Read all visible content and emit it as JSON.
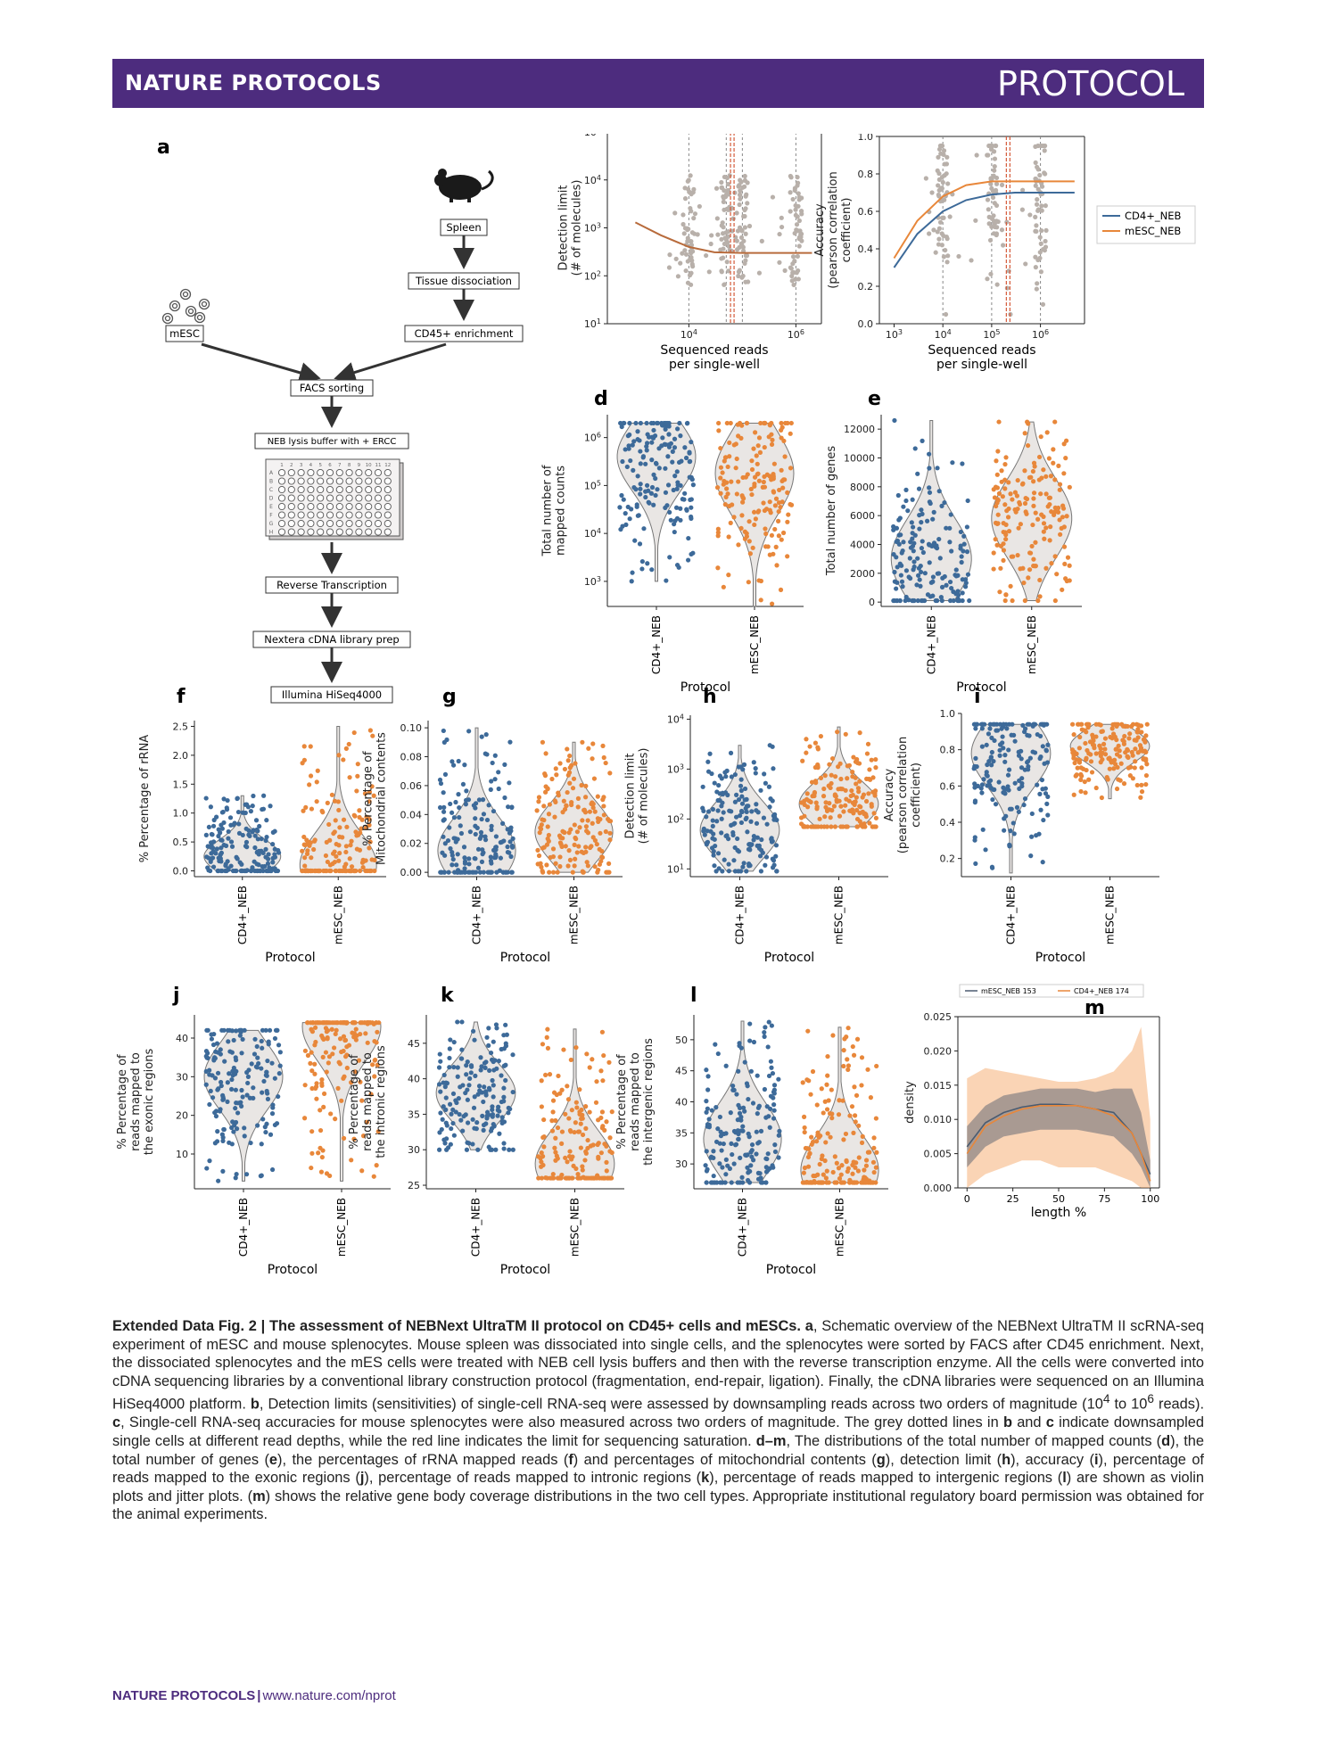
{
  "header": {
    "journal": "NATURE PROTOCOLS",
    "article_type": "PROTOCOL"
  },
  "colors": {
    "banner": "#4d2c7e",
    "cd4": "#3d6a99",
    "mesc": "#e8873a",
    "grey_points": "#b8b0aa",
    "violin_fill": "#e9e6e4",
    "flow_box": "#ffffff"
  },
  "schematic": {
    "label": "a",
    "steps": {
      "spleen": "Spleen",
      "tissue": "Tissue dissociation",
      "cd45": "CD45+ enrichment",
      "mesc": "mESC",
      "facs": "FACS sorting",
      "lysis": "NEB lysis buffer with + ERCC",
      "rt": "Reverse Transcription",
      "nextera": "Nextera cDNA library prep",
      "hiseq": "Illumina HiSeq4000"
    },
    "plate_rows": [
      "A",
      "B",
      "C",
      "D",
      "E",
      "F",
      "G",
      "H"
    ],
    "plate_cols": [
      "1",
      "2",
      "3",
      "4",
      "5",
      "6",
      "7",
      "8",
      "9",
      "10",
      "11",
      "12"
    ]
  },
  "chart_data": [
    {
      "id": "b",
      "type": "scatter",
      "title": "Sensitivity",
      "xlabel": "Sequenced reads\nper single-well",
      "ylabel": "Detection limit\n(# of molecules)",
      "xscale": "log",
      "yscale": "log",
      "xlim": [
        300,
        3000000
      ],
      "ylim": [
        10,
        100000
      ],
      "xticks": [
        {
          "v": 10000,
          "label": "10^4"
        },
        {
          "v": 1000000,
          "label": "10^6"
        }
      ],
      "yticks": [
        {
          "v": 10,
          "label": "10^1"
        },
        {
          "v": 100,
          "label": "10^2"
        },
        {
          "v": 1000,
          "label": "10^3"
        },
        {
          "v": 10000,
          "label": "10^4"
        },
        {
          "v": 100000,
          "label": "10^5"
        }
      ],
      "downsample_depths": [
        10000,
        50000,
        100000,
        1000000
      ],
      "saturation_limit": 60000,
      "fit_line": {
        "x": [
          1000,
          3000,
          10000,
          30000,
          100000,
          1000000,
          2000000
        ],
        "y": [
          1300,
          700,
          400,
          310,
          300,
          300,
          300
        ]
      }
    },
    {
      "id": "c",
      "type": "scatter",
      "title": "Accuracy",
      "xlabel": "Sequenced reads\nper single-well",
      "ylabel": "Accuracy\n(pearson correlation\ncoefficient)",
      "xscale": "log",
      "xlim": [
        500,
        8000000
      ],
      "ylim": [
        0,
        1.0
      ],
      "xticks": [
        {
          "v": 1000,
          "label": "10^3"
        },
        {
          "v": 10000,
          "label": "10^4"
        },
        {
          "v": 100000,
          "label": "10^5"
        },
        {
          "v": 1000000,
          "label": "10^6"
        }
      ],
      "yticks": [
        {
          "v": 0,
          "label": "0.0"
        },
        {
          "v": 0.2,
          "label": "0.2"
        },
        {
          "v": 0.4,
          "label": "0.4"
        },
        {
          "v": 0.6,
          "label": "0.6"
        },
        {
          "v": 0.8,
          "label": "0.8"
        },
        {
          "v": 1.0,
          "label": "1.0"
        }
      ],
      "downsample_depths": [
        10000,
        100000,
        1000000
      ],
      "saturation_limit": 200000,
      "legend_position": "right",
      "series": [
        {
          "name": "CD4+_NEB",
          "x": [
            1000,
            3000,
            10000,
            30000,
            100000,
            300000,
            1000000,
            5000000
          ],
          "y": [
            0.3,
            0.48,
            0.6,
            0.66,
            0.69,
            0.7,
            0.7,
            0.7
          ]
        },
        {
          "name": "mESC_NEB",
          "x": [
            1000,
            3000,
            10000,
            30000,
            100000,
            300000,
            1000000,
            5000000
          ],
          "y": [
            0.35,
            0.55,
            0.68,
            0.74,
            0.76,
            0.76,
            0.76,
            0.76
          ]
        }
      ]
    },
    {
      "id": "d",
      "type": "violin",
      "xlabel": "Protocol",
      "ylabel": "Total number of\nmapped counts",
      "yscale": "log",
      "ylim": [
        300,
        3000000
      ],
      "categories": [
        "CD4+_NEB",
        "mESC_NEB"
      ],
      "yticks": [
        {
          "v": 1000,
          "label": "10^3"
        },
        {
          "v": 10000,
          "label": "10^4"
        },
        {
          "v": 100000,
          "label": "10^5"
        },
        {
          "v": 1000000,
          "label": "10^6"
        }
      ],
      "range": [
        [
          1000,
          2000000
        ],
        [
          300,
          2000000
        ]
      ],
      "center": [
        400000,
        180000
      ]
    },
    {
      "id": "e",
      "type": "violin",
      "xlabel": "Protocol",
      "ylabel": "Total number of genes",
      "ylim": [
        -300,
        13000
      ],
      "categories": [
        "CD4+_NEB",
        "mESC_NEB"
      ],
      "yticks": [
        {
          "v": 0,
          "label": "0"
        },
        {
          "v": 2000,
          "label": "2000"
        },
        {
          "v": 4000,
          "label": "4000"
        },
        {
          "v": 6000,
          "label": "6000"
        },
        {
          "v": 8000,
          "label": "8000"
        },
        {
          "v": 10000,
          "label": "10000"
        },
        {
          "v": 12000,
          "label": "12000"
        }
      ],
      "range": [
        [
          100,
          12600
        ],
        [
          100,
          12500
        ]
      ],
      "center": [
        3000,
        5800
      ]
    },
    {
      "id": "f",
      "type": "violin",
      "xlabel": "Protocol",
      "ylabel": "% Percentage of rRNA",
      "ylim": [
        -0.1,
        2.6
      ],
      "categories": [
        "CD4+_NEB",
        "mESC_NEB"
      ],
      "yticks": [
        {
          "v": 0,
          "label": "0.0"
        },
        {
          "v": 0.5,
          "label": "0.5"
        },
        {
          "v": 1.0,
          "label": "1.0"
        },
        {
          "v": 1.5,
          "label": "1.5"
        },
        {
          "v": 2.0,
          "label": "2.0"
        },
        {
          "v": 2.5,
          "label": "2.5"
        }
      ],
      "range": [
        [
          0,
          1.3
        ],
        [
          0,
          2.5
        ]
      ],
      "center": [
        0.25,
        0.1
      ]
    },
    {
      "id": "g",
      "type": "violin",
      "xlabel": "Protocol",
      "ylabel": "% Percentage of\nMitochondrial contents",
      "ylim": [
        -0.003,
        0.105
      ],
      "categories": [
        "CD4+_NEB",
        "mESC_NEB"
      ],
      "yticks": [
        {
          "v": 0,
          "label": "0.00"
        },
        {
          "v": 0.02,
          "label": "0.02"
        },
        {
          "v": 0.04,
          "label": "0.04"
        },
        {
          "v": 0.06,
          "label": "0.06"
        },
        {
          "v": 0.08,
          "label": "0.08"
        },
        {
          "v": 0.1,
          "label": "0.10"
        }
      ],
      "range": [
        [
          0,
          0.1
        ],
        [
          0,
          0.09
        ]
      ],
      "center": [
        0.015,
        0.028
      ]
    },
    {
      "id": "h",
      "type": "violin",
      "xlabel": "Protocol",
      "ylabel": "Detection limit\n(# of molecules)",
      "yscale": "log",
      "ylim": [
        7,
        12000
      ],
      "categories": [
        "CD4+_NEB",
        "mESC_NEB"
      ],
      "yticks": [
        {
          "v": 10,
          "label": "10^1"
        },
        {
          "v": 100,
          "label": "10^2"
        },
        {
          "v": 1000,
          "label": "10^3"
        },
        {
          "v": 10000,
          "label": "10^4"
        }
      ],
      "range": [
        [
          9,
          3000
        ],
        [
          70,
          7000
        ]
      ],
      "center": [
        60,
        200
      ]
    },
    {
      "id": "i",
      "type": "violin",
      "xlabel": "Protocol",
      "ylabel": "Accuracy\n(pearson correlation\ncoefficient)",
      "ylim": [
        0.1,
        1.0
      ],
      "categories": [
        "CD4+_NEB",
        "mESC_NEB"
      ],
      "yticks": [
        {
          "v": 0.2,
          "label": "0.2"
        },
        {
          "v": 0.4,
          "label": "0.4"
        },
        {
          "v": 0.6,
          "label": "0.6"
        },
        {
          "v": 0.8,
          "label": "0.8"
        },
        {
          "v": 1.0,
          "label": "1.0"
        }
      ],
      "range": [
        [
          0.12,
          0.94
        ],
        [
          0.53,
          0.94
        ]
      ],
      "center": [
        0.78,
        0.82
      ]
    },
    {
      "id": "j",
      "type": "violin",
      "xlabel": "Protocol",
      "ylabel": "% Percentage of\nreads mapped to\nthe exonic regions",
      "ylim": [
        1,
        46
      ],
      "categories": [
        "CD4+_NEB",
        "mESC_NEB"
      ],
      "yticks": [
        {
          "v": 10,
          "label": "10"
        },
        {
          "v": 20,
          "label": "20"
        },
        {
          "v": 30,
          "label": "30"
        },
        {
          "v": 40,
          "label": "40"
        }
      ],
      "range": [
        [
          3,
          42
        ],
        [
          3,
          44
        ]
      ],
      "center": [
        30,
        43
      ]
    },
    {
      "id": "k",
      "type": "violin",
      "xlabel": "Protocol",
      "ylabel": "% Percentage of\nreads mapped to\nthe intronic regions",
      "ylim": [
        24.5,
        49
      ],
      "categories": [
        "CD4+_NEB",
        "mESC_NEB"
      ],
      "yticks": [
        {
          "v": 25,
          "label": "25"
        },
        {
          "v": 30,
          "label": "30"
        },
        {
          "v": 35,
          "label": "35"
        },
        {
          "v": 40,
          "label": "40"
        },
        {
          "v": 45,
          "label": "45"
        }
      ],
      "range": [
        [
          30,
          48
        ],
        [
          26,
          47
        ]
      ],
      "center": [
        38,
        28
      ]
    },
    {
      "id": "l",
      "type": "violin",
      "xlabel": "Protocol",
      "ylabel": "% Percentage of\nreads mapped to\nthe intergenic regions",
      "ylim": [
        26,
        54
      ],
      "categories": [
        "CD4+_NEB",
        "mESC_NEB"
      ],
      "yticks": [
        {
          "v": 30,
          "label": "30"
        },
        {
          "v": 35,
          "label": "35"
        },
        {
          "v": 40,
          "label": "40"
        },
        {
          "v": 45,
          "label": "45"
        },
        {
          "v": 50,
          "label": "50"
        }
      ],
      "range": [
        [
          27,
          53
        ],
        [
          27,
          52
        ]
      ],
      "center": [
        34,
        29
      ]
    },
    {
      "id": "m",
      "type": "area",
      "xlabel": "length %",
      "ylabel": "density",
      "xlim": [
        -5,
        105
      ],
      "ylim": [
        0,
        0.025
      ],
      "xticks": [
        {
          "v": 0,
          "label": "0"
        },
        {
          "v": 25,
          "label": "25"
        },
        {
          "v": 50,
          "label": "50"
        },
        {
          "v": 75,
          "label": "75"
        },
        {
          "v": 100,
          "label": "100"
        }
      ],
      "yticks": [
        {
          "v": 0,
          "label": "0.000"
        },
        {
          "v": 0.005,
          "label": "0.005"
        },
        {
          "v": 0.01,
          "label": "0.010"
        },
        {
          "v": 0.015,
          "label": "0.015"
        },
        {
          "v": 0.02,
          "label": "0.020"
        },
        {
          "v": 0.025,
          "label": "0.025"
        }
      ],
      "legend_position": "top",
      "series": [
        {
          "name": "mESC_NEB 153",
          "x": [
            0,
            10,
            20,
            30,
            40,
            50,
            60,
            70,
            80,
            90,
            95,
            100
          ],
          "y": [
            0.006,
            0.0095,
            0.011,
            0.0118,
            0.0122,
            0.0122,
            0.012,
            0.0115,
            0.011,
            0.008,
            0.005,
            0.002
          ],
          "lower": [
            0.003,
            0.006,
            0.0075,
            0.008,
            0.0085,
            0.0085,
            0.0085,
            0.008,
            0.0075,
            0.005,
            0.003,
            0.0
          ],
          "upper": [
            0.009,
            0.012,
            0.0135,
            0.014,
            0.0145,
            0.0145,
            0.0145,
            0.014,
            0.0145,
            0.0145,
            0.011,
            0.004
          ]
        },
        {
          "name": "CD4+_NEB 174",
          "x": [
            0,
            10,
            20,
            30,
            40,
            50,
            60,
            70,
            80,
            90,
            95,
            100
          ],
          "y": [
            0.005,
            0.009,
            0.0105,
            0.0115,
            0.012,
            0.012,
            0.012,
            0.0115,
            0.0105,
            0.008,
            0.005,
            0.001
          ],
          "lower": [
            0.0,
            0.002,
            0.003,
            0.004,
            0.004,
            0.003,
            0.003,
            0.003,
            0.002,
            0.001,
            0.0,
            0.0
          ],
          "upper": [
            0.016,
            0.0175,
            0.017,
            0.0165,
            0.016,
            0.0155,
            0.0155,
            0.016,
            0.017,
            0.02,
            0.0235,
            0.01
          ]
        }
      ]
    }
  ],
  "caption": {
    "lead": "Extended Data Fig. 2 | The assessment of NEBNext UltraTM II protocol on CD45+ cells and mESCs.",
    "a_label": "a",
    "a_text": ", Schematic overview of the NEBNext UltraTM II scRNA-seq experiment of mESC and mouse splenocytes. Mouse spleen was dissociated into single cells, and the splenocytes were sorted by FACS after CD45 enrichment. Next, the dissociated splenocytes and the mES cells were treated with NEB cell lysis buffers and then with the reverse transcription enzyme. All the cells were converted into cDNA sequencing libraries by a conventional library construction protocol (fragmentation, end-repair, ligation). Finally, the cDNA libraries were sequenced on an Illumina HiSeq4000 platform.",
    "b_label": "b",
    "b_text_1": ", Detection limits (sensitivities) of single-cell RNA-seq were assessed by downsampling reads across two orders of magnitude (10",
    "b_sup_1": "4",
    "b_text_2": " to 10",
    "b_sup_2": "6",
    "b_text_3": " reads).",
    "c_label": "c",
    "c_text_1": ", Single-cell RNA-seq accuracies for mouse splenocytes were also measured across two orders of magnitude. The grey dotted lines in",
    "c_b": "b",
    "c_and": "and",
    "c_c": "c",
    "c_text_2": "indicate downsampled single cells at different read depths, while the red line indicates the limit for sequencing saturation.",
    "dm_label": "d–m",
    "dm_text_1": ", The distributions of the total number of mapped counts (",
    "dm_d": "d",
    "dm_text_2": "), the total number of genes (",
    "dm_e": "e",
    "dm_text_3": "), the percentages of rRNA mapped reads (",
    "dm_f": "f",
    "dm_text_4": ") and percentages of mitochondrial contents (",
    "dm_g": "g",
    "dm_text_5": "), detection limit (",
    "dm_h": "h",
    "dm_text_6": "), accuracy (",
    "dm_i": "i",
    "dm_text_7": "), percentage of reads mapped to the exonic regions (",
    "dm_j": "j",
    "dm_text_8": "), percentage of reads mapped to intronic regions (",
    "dm_k": "k",
    "dm_text_9": "), percentage of reads mapped to intergenic regions (",
    "dm_l": "l",
    "dm_text_10": ") are shown as violin plots and jitter plots. (",
    "dm_m": "m",
    "dm_text_11": ") shows the relative gene body coverage distributions in the two cell types. Appropriate institutional regulatory board permission was obtained for the animal experiments."
  },
  "footer": {
    "journal": "NATURE PROTOCOLS",
    "separator": "|",
    "url": "www.nature.com/nprot"
  }
}
